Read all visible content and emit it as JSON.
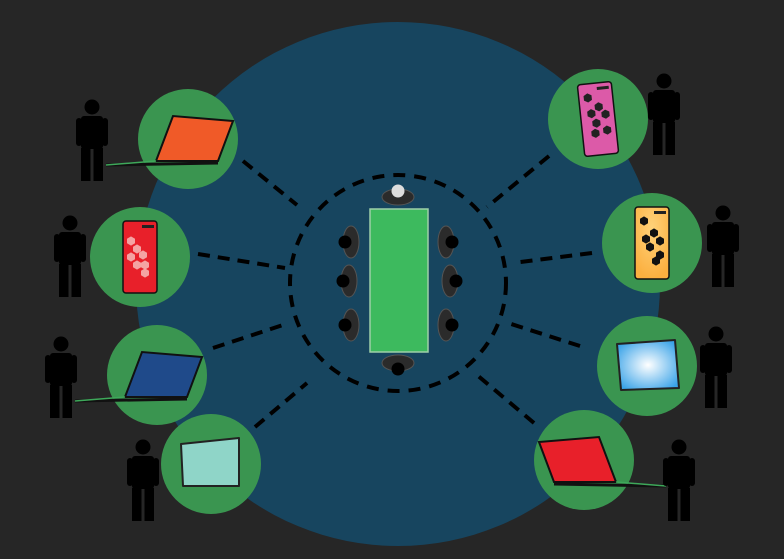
{
  "colors": {
    "background": "#262626",
    "disc": "#17455f",
    "node_circle": "#3a9550",
    "table": "#3dba5e",
    "table_border": "#9ed0a8",
    "dashed_line": "#000000",
    "person": "#000000",
    "chair": "#2b2b2b",
    "laptop_orange": "#f05a28",
    "laptop_navy": "#1f4a8a",
    "laptop_red": "#e8202a",
    "phone_red": "#e8202a",
    "phone_pink": "#dc5aa8",
    "phone_orange": "#fbb040",
    "tablet_teal": "#8fd5c8",
    "tablet_blue": "#3aa3e8"
  },
  "diagram": {
    "center": {
      "type": "meeting-table",
      "seats": 8
    },
    "remote_participants": [
      {
        "id": "left-1",
        "side": "left",
        "device": "laptop",
        "color": "laptop_orange",
        "icon": "laptop-icon"
      },
      {
        "id": "left-2",
        "side": "left",
        "device": "phone",
        "color": "phone_red",
        "icon": "phone-icon"
      },
      {
        "id": "left-3",
        "side": "left",
        "device": "laptop",
        "color": "laptop_navy",
        "icon": "laptop-icon"
      },
      {
        "id": "left-4",
        "side": "left",
        "device": "tablet",
        "color": "tablet_teal",
        "icon": "tablet-icon"
      },
      {
        "id": "right-1",
        "side": "right",
        "device": "phone",
        "color": "phone_pink",
        "icon": "phone-icon"
      },
      {
        "id": "right-2",
        "side": "right",
        "device": "phone",
        "color": "phone_orange",
        "icon": "phone-icon"
      },
      {
        "id": "right-3",
        "side": "right",
        "device": "tablet",
        "color": "tablet_blue",
        "icon": "tablet-icon"
      },
      {
        "id": "right-4",
        "side": "right",
        "device": "laptop",
        "color": "laptop_red",
        "icon": "laptop-icon"
      }
    ]
  }
}
